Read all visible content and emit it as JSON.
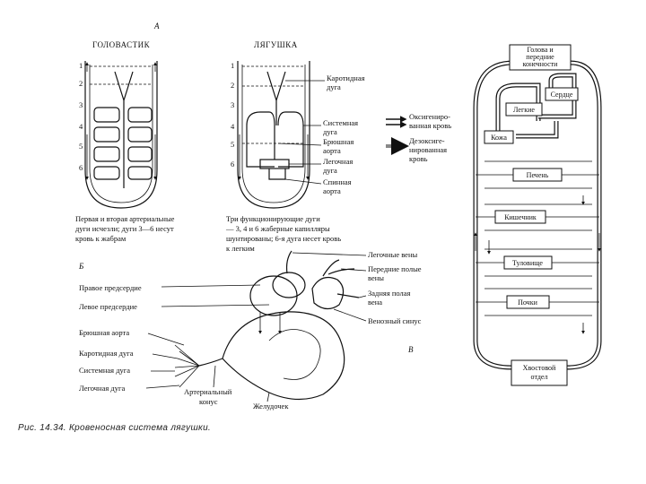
{
  "panel_a": {
    "letter": "А",
    "tadpole": {
      "title": "ГОЛОВАСТИК",
      "arch_numbers": [
        "1",
        "2",
        "3",
        "4",
        "5",
        "6"
      ],
      "caption": [
        "Первая и вторая артериальные",
        "дуги исчезли;  дуги 3—6 несут",
        "кровь к жабрам"
      ]
    },
    "frog": {
      "title": "ЛЯГУШКА",
      "arch_numbers": [
        "1",
        "2",
        "3",
        "4",
        "5",
        "6"
      ],
      "labels": {
        "carotid": [
          "Каротидная",
          "дуга"
        ],
        "systemic": [
          "Системная",
          "дуга"
        ],
        "dorsal_aorta": [
          "Брюшная",
          "аорта"
        ],
        "pulmonary": [
          "Легочная",
          "дуга"
        ],
        "spinal_aorta": [
          "Спинная",
          "аорта"
        ]
      },
      "caption": [
        "Три функционирующие дуги",
        "— 3, 4 и 6 жаберные капилляры",
        "шунтированы; 6-я дуга несет кровь",
        "к легким"
      ]
    },
    "legend": {
      "oxygenated": [
        "Оксигениро-",
        "ванная кровь"
      ],
      "deoxygenated": [
        "Дезоксиге-",
        "нированная",
        "кровь"
      ]
    }
  },
  "panel_b": {
    "letter": "Б",
    "labels": {
      "pulmonary_veins": "Легочные вены",
      "anterior_vena_cava": [
        "Передние полые",
        "вены"
      ],
      "posterior_vena_cava": [
        "Задняя полая",
        "вена"
      ],
      "sinus_venosus": "Венозный синус",
      "right_atrium": "Правое предсердие",
      "left_atrium": "Левое предсердие",
      "ventral_aorta": "Брюшная аорта",
      "carotid_arch": "Каротидная дуга",
      "systemic_arch": "Системная дуга",
      "pulmonary_arch": "Легочная дуга",
      "conus": [
        "Артериальный",
        "конус"
      ],
      "ventricle": "Желудочек"
    }
  },
  "panel_c": {
    "letter": "В",
    "boxes": {
      "head": [
        "Голова и",
        "передние",
        "конечности"
      ],
      "lungs": "Легкие",
      "heart": "Сердце",
      "skin": "Кожа",
      "liver": "Печень",
      "intestine": "Кишечник",
      "trunk": "Туловище",
      "kidneys": "Почки",
      "tail": [
        "Хвостовой",
        "отдел"
      ]
    }
  },
  "caption": "Рис. 14.34. Кровеносная система лягушки."
}
